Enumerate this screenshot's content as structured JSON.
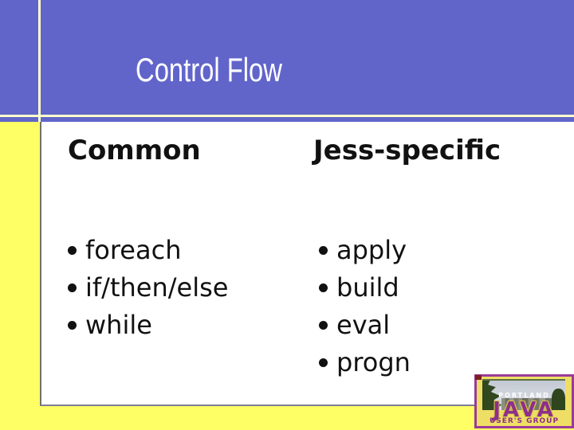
{
  "title": "Control Flow",
  "columns": [
    {
      "heading": "Common",
      "items": [
        "foreach",
        "if/then/else",
        "while"
      ]
    },
    {
      "heading": "Jess-specific",
      "items": [
        "apply",
        "build",
        "eval",
        "progn"
      ]
    }
  ],
  "logo": {
    "line1": "PORTLAND",
    "line2": "JAVA",
    "line3": "USER'S GROUP"
  },
  "colors": {
    "band_blue": "#6165ca",
    "page_yellow": "#fefe65",
    "accent_pale_yellow": "#ffffcc",
    "content_white": "#ffffff",
    "border_gray": "#7e7e94",
    "text_black": "#111111",
    "logo_purple": "#9a3a9a",
    "logo_yellow": "#efde66"
  }
}
